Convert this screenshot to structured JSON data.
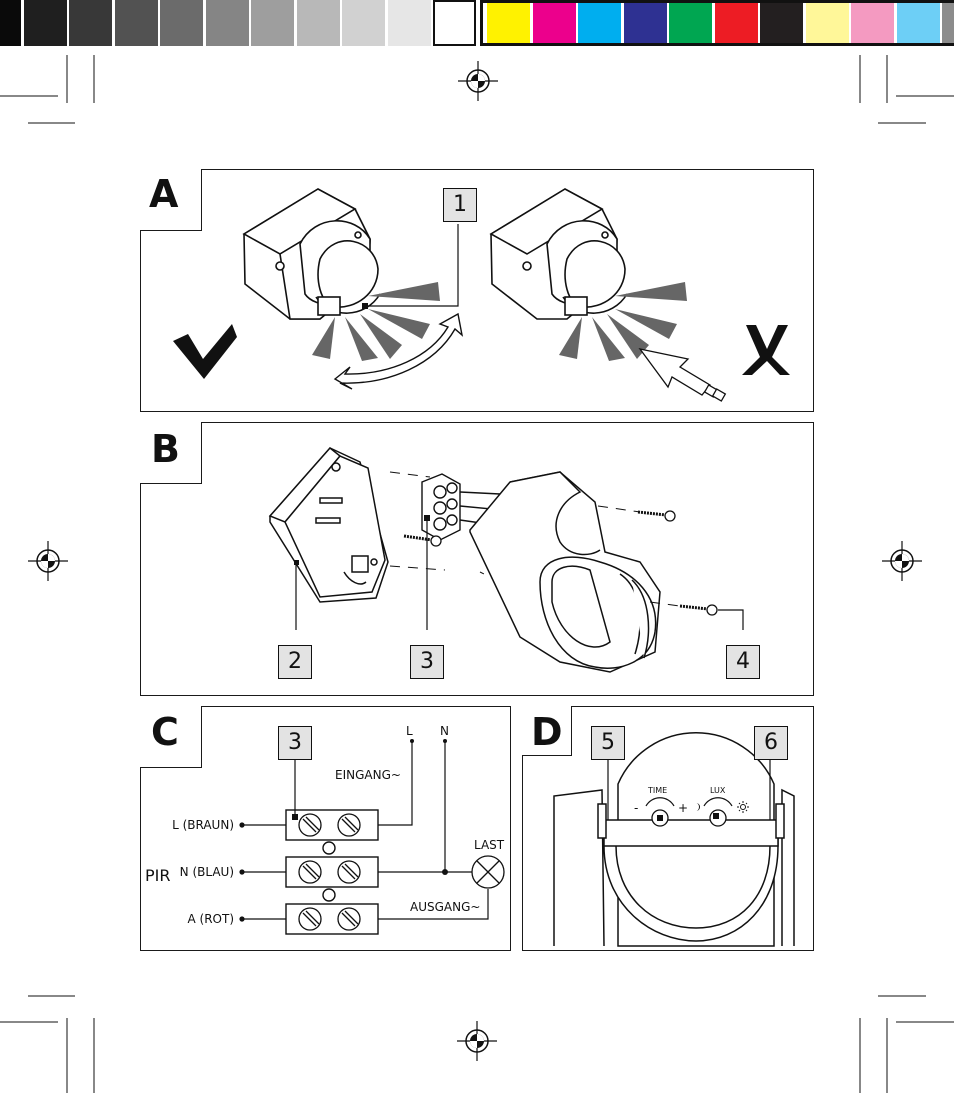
{
  "color_bar": {
    "grays": [
      "#0a0a0a",
      "#1f1f1f",
      "#383838",
      "#525252",
      "#6b6b6b",
      "#858585",
      "#9e9e9e",
      "#b8b8b8",
      "#d1d1d1",
      "#e6e6e6",
      "#ffffff"
    ],
    "colors": [
      "#fff200",
      "#ec008c",
      "#00aeef",
      "#2e3192",
      "#00a651",
      "#ed1c24",
      "#231f20",
      "#fff799",
      "#f49ac1",
      "#6dcff6",
      "#8c8c8c"
    ]
  },
  "panels": {
    "a": {
      "letter": "A",
      "callout": "1",
      "check_mark": "✓",
      "cross_mark": "X"
    },
    "b": {
      "letter": "B",
      "callouts": [
        "2",
        "3",
        "4"
      ]
    },
    "c": {
      "letter": "C",
      "callout": "3",
      "device_label": "PIR",
      "terminals": [
        "L (BRAUN)",
        "N (BLAU)",
        "A (ROT)"
      ],
      "input_label": "EINGANG~",
      "output_label": "AUSGANG~",
      "line_l": "L",
      "line_n": "N",
      "load_label": "LAST"
    },
    "d": {
      "letter": "D",
      "callouts": [
        "5",
        "6"
      ],
      "time_label": "TIME",
      "lux_label": "LUX",
      "minus": "-",
      "plus": "+"
    }
  },
  "icons": [
    "registration-mark-icon",
    "checkmark-icon",
    "cross-icon",
    "motion-waves-icon",
    "swing-arrow-icon",
    "approach-arrow-icon",
    "lamp-icon",
    "screw-icon",
    "moon-icon",
    "sun-icon"
  ]
}
